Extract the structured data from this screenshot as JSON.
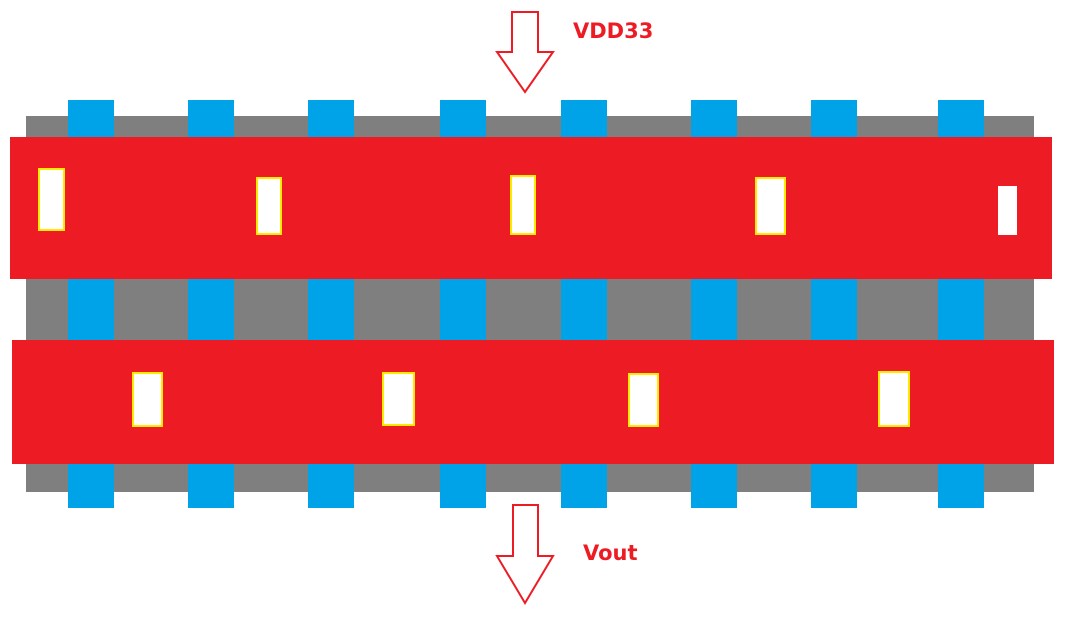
{
  "labels": {
    "top": "VDD33",
    "bottom": "Vout"
  },
  "colors": {
    "background": "#ffffff",
    "substrate": "#7f7f7f",
    "metal": "#ed1c24",
    "poly": "#00a2e8",
    "via_fill": "#ffffff",
    "via_border": "#ffeb00",
    "text": "#ed1c24",
    "arrow": "#ed1c24"
  },
  "structure": {
    "poly_finger_count": 8,
    "metal_strip_count": 2,
    "top_strip_contact_count": 5,
    "bottom_strip_contact_count": 4
  }
}
